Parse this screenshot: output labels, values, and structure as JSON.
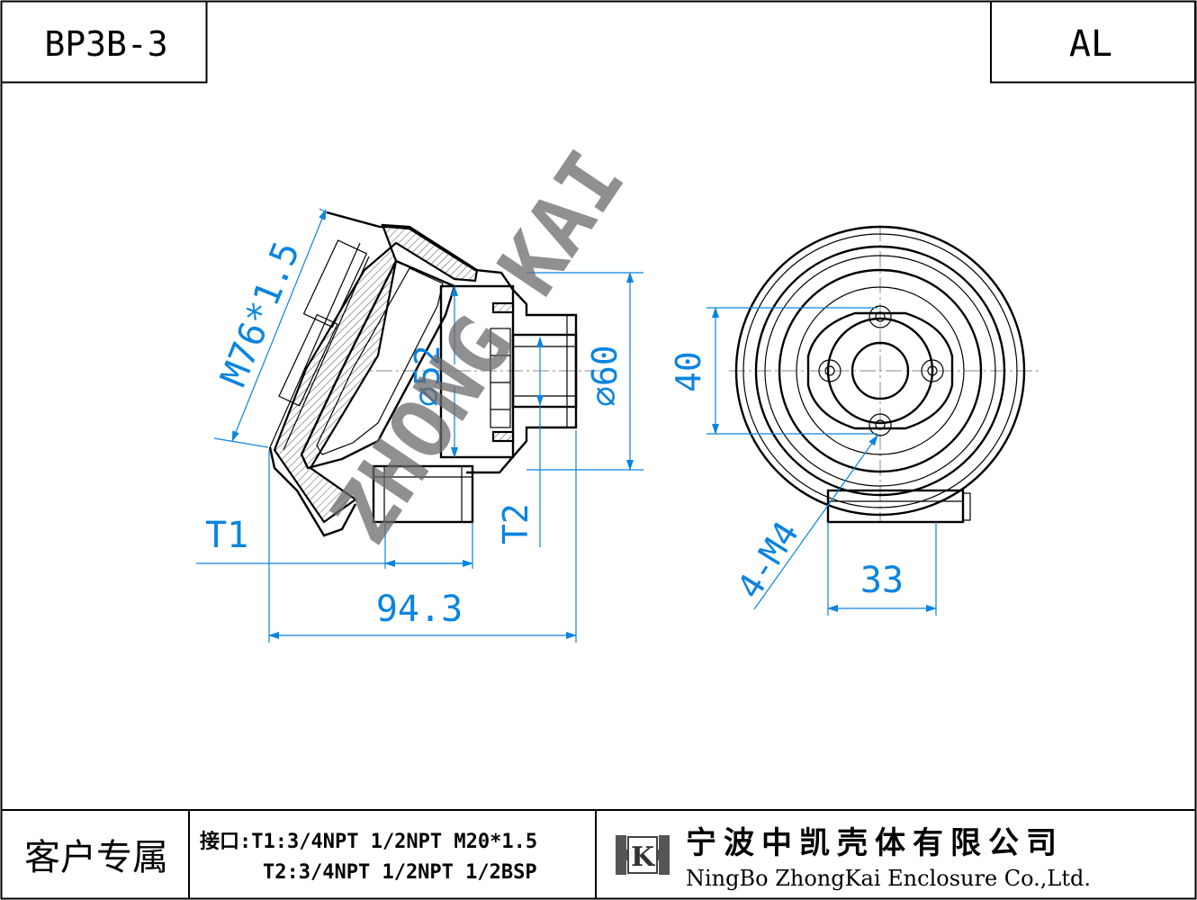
{
  "header": {
    "model": "BP3B-3",
    "material": "AL"
  },
  "watermark": "ZHONG KAI",
  "dimensions": {
    "thread": "M76*1.5",
    "diameter_inner": "⌀52",
    "diameter_outer": "⌀60",
    "port1": "T1",
    "port2": "T2",
    "overall_length": "94.3",
    "hole_spacing": "40",
    "holes": "4-M4",
    "base_width": "33"
  },
  "footer": {
    "customer_label": "客户专属",
    "ports_line1": "接口:T1:3/4NPT 1/2NPT M20*1.5",
    "ports_line2": "T2:3/4NPT 1/2NPT 1/2BSP",
    "company_cn": "宁波中凯壳体有限公司",
    "company_en": "NingBo ZhongKai Enclosure Co.,Ltd.",
    "logo_letter": "K"
  }
}
